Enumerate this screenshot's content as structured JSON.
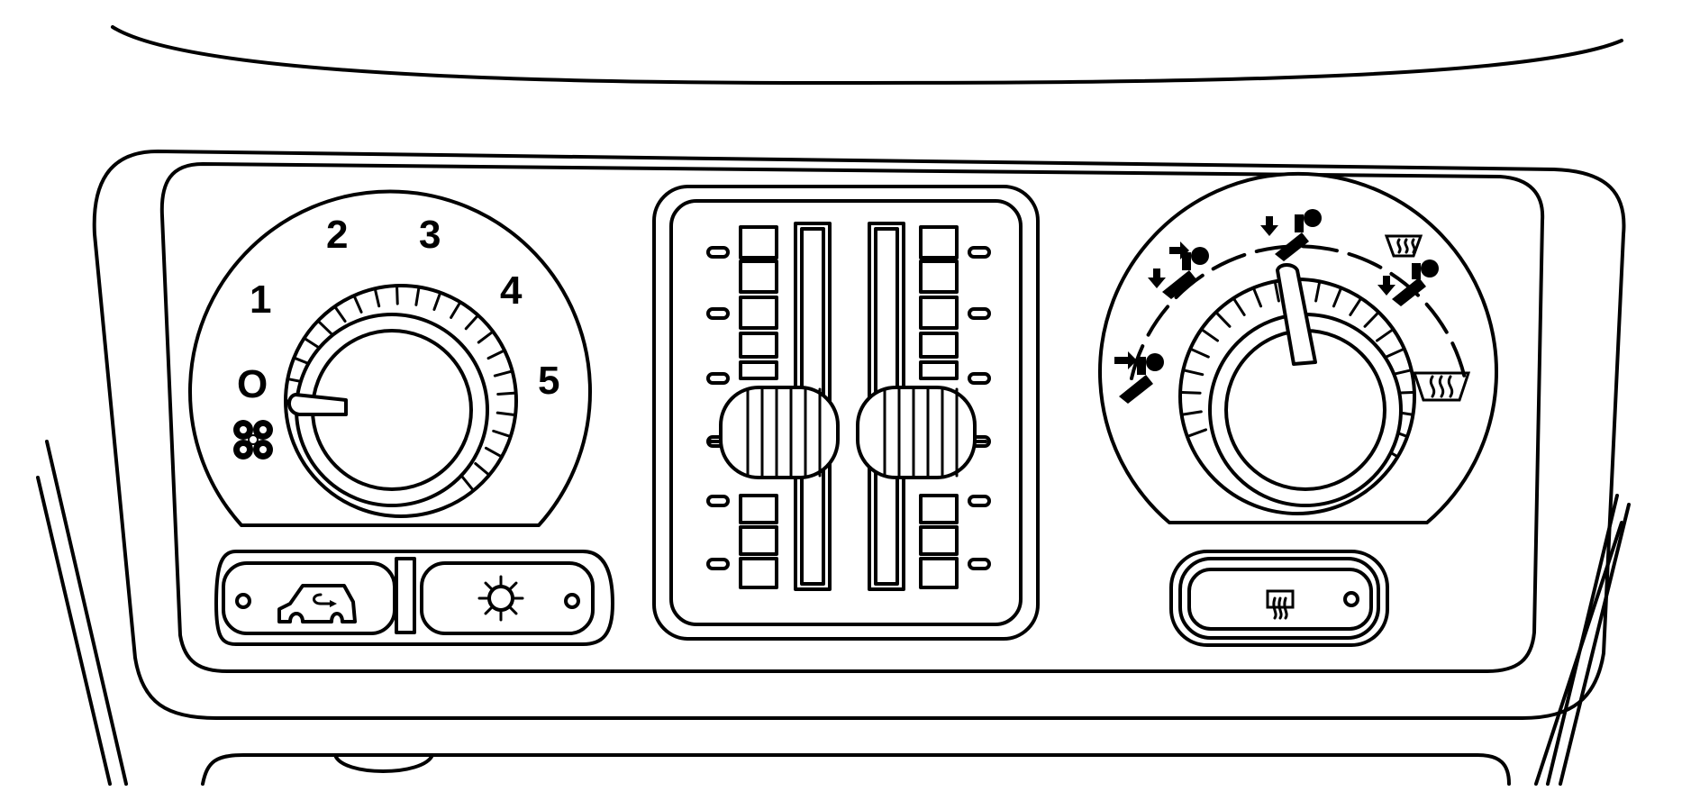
{
  "fan_control": {
    "scale": [
      "O",
      "1",
      "2",
      "3",
      "4",
      "5"
    ],
    "icon": "fan-icon"
  },
  "mode_control": {
    "positions": [
      "vent-mode-icon",
      "bi-level-mode-icon",
      "floor-mode-icon",
      "floor-defrost-mode-icon",
      "defrost-mode-icon"
    ]
  },
  "buttons": {
    "recirculation": {
      "icon": "recirculation-car-icon"
    },
    "air_conditioning": {
      "icon": "snowflake-icon"
    },
    "rear_defogger": {
      "icon": "rear-defogger-icon"
    }
  },
  "temperature_sliders": {
    "count": 2,
    "icon": "slider-knob-icon"
  },
  "colors": {
    "line": "#000000",
    "background": "#ffffff"
  }
}
